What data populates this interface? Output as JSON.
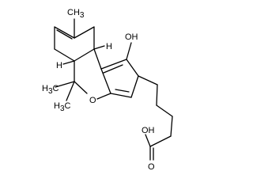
{
  "molecule": {
    "labels": {
      "methyl_top": "CH",
      "methyl_top_sub": "3",
      "hydroxyl": "OH",
      "h_upper": "H",
      "h_lower": "H",
      "methyl_left": "H",
      "methyl_left_sub": "3",
      "methyl_left_c": "C",
      "methyl_bottom": "H",
      "methyl_bottom_sub": "3",
      "methyl_bottom_c": "C",
      "ring_oxygen": "O",
      "acid_oh": "OH",
      "acid_o": "O"
    },
    "colors": {
      "ink": "#000000",
      "background": "#ffffff"
    }
  }
}
